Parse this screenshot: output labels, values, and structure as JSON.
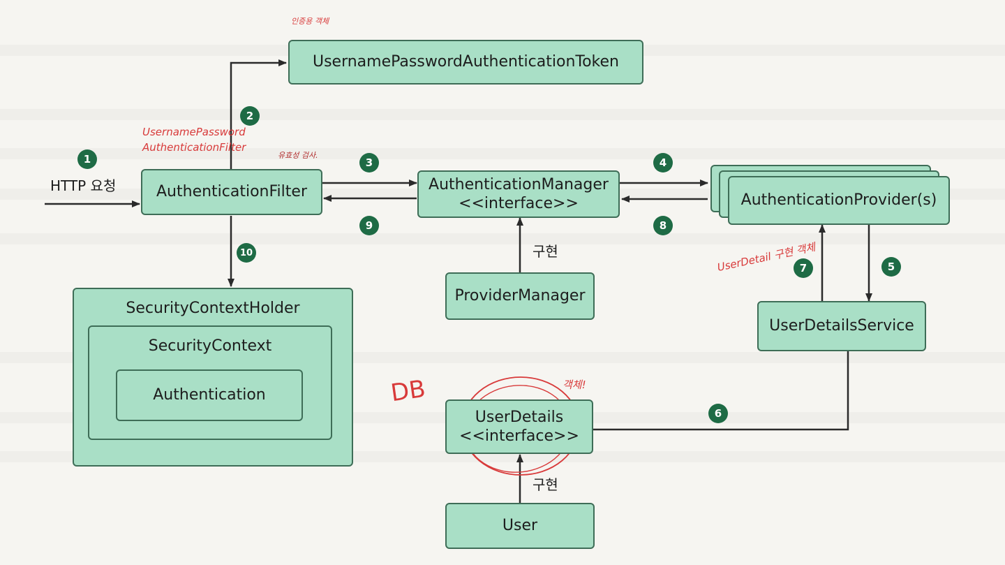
{
  "nodes": {
    "token": "UsernamePasswordAuthenticationToken",
    "filter": "AuthenticationFilter",
    "manager": "AuthenticationManager",
    "manager_sub": "<<interface>>",
    "provider": "AuthenticationProvider(s)",
    "provider_manager": "ProviderManager",
    "user_details_service": "UserDetailsService",
    "security_context_holder": "SecurityContextHolder",
    "security_context": "SecurityContext",
    "authentication": "Authentication",
    "user_details": "UserDetails",
    "user_details_sub": "<<interface>>",
    "user": "User"
  },
  "labels": {
    "http_request": "HTTP 요청",
    "implements_1": "구현",
    "implements_2": "구현"
  },
  "steps": [
    "1",
    "2",
    "3",
    "4",
    "5",
    "6",
    "7",
    "8",
    "9",
    "10"
  ],
  "annotations": {
    "token_note": "인증용 객체",
    "filter_note_line1": "UsernamePassword",
    "filter_note_line2": "AuthenticationFilter",
    "validity_note": "유효성 검사.",
    "userdetail_note": "UserDetail 구현 객체",
    "db_note": "DB",
    "object_note": "객체!"
  },
  "colors": {
    "box_fill": "#a9dfc6",
    "box_border": "#3e6d57",
    "step_badge": "#1e6b45",
    "annotation": "#d83a3a",
    "arrow": "#2a2a2a"
  }
}
